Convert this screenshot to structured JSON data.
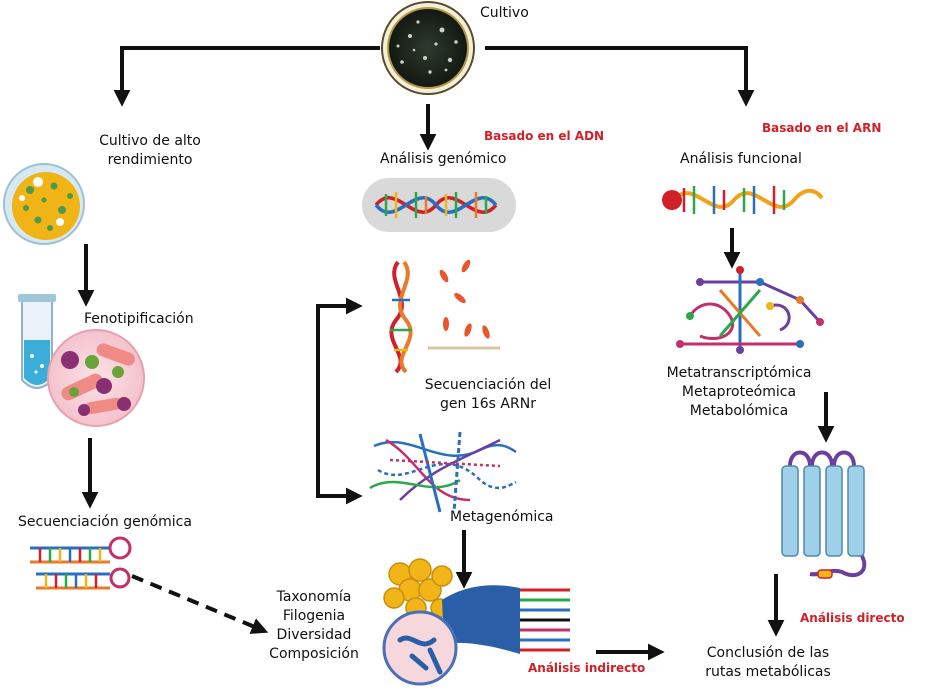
{
  "labels": {
    "cultivo": "Cultivo",
    "cultivo_alto": [
      "Cultivo de alto",
      "rendimiento"
    ],
    "fenotipificacion": "Fenotipificación",
    "secuenciacion_genomica": "Secuenciación genómica",
    "basado_adn": "Basado en el ADN",
    "basado_arn": "Basado en el ARN",
    "analisis_genomico": "Análisis genómico",
    "analisis_funcional": "Análisis funcional",
    "secuenciacion_16s": [
      "Secuenciación del",
      "gen 16s ARNr"
    ],
    "metagenomica": "Metagenómica",
    "metaomicas": [
      "Metatranscriptómica",
      "Metaproteómica",
      "Metabolómica"
    ],
    "resultados": [
      "Taxonomía",
      "Filogenia",
      "Diversidad",
      "Composición"
    ],
    "analisis_indirecto": "Análisis indirecto",
    "analisis_directo": "Análisis directo",
    "conclusion": [
      "Conclusión de las",
      "rutas metabólicas"
    ]
  },
  "icons": {
    "petri": "petri-dish-icon",
    "plate": "high-throughput-plate-icon",
    "tube": "test-tube-icon",
    "cells": "cells-magnified-icon",
    "hairpin": "genomic-hairpin-icon",
    "dna_helix": "dna-helix-icon",
    "rna_strand": "rna-strand-icon",
    "rrna": "16s-rrna-icon",
    "metagenome": "metagenome-network-icon",
    "metabolic": "metabolic-network-icon",
    "membrane": "membrane-protein-icon",
    "bundle": "sequence-bundle-icon"
  },
  "colors": {
    "arrow": "#111111",
    "accent_red": "#d0202a",
    "orange": "#e87a2a",
    "blue": "#2a6fbf",
    "gold": "#f2b518"
  }
}
